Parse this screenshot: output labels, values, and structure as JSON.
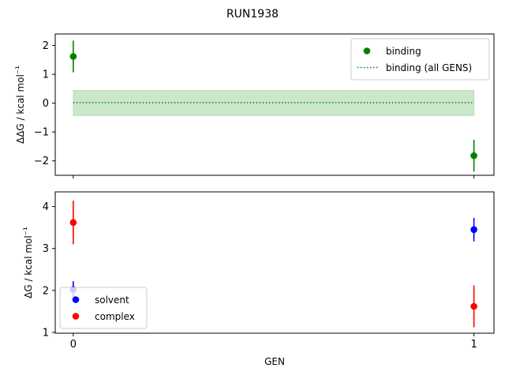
{
  "chart_data": {
    "type": "scatter",
    "title": "RUN1938",
    "xlabel": "GEN",
    "x_ticks": [
      0,
      1
    ],
    "xlim": [
      -0.045,
      1.05
    ],
    "panels": [
      {
        "id": "top",
        "ylabel": "ΔΔG / kcal mol⁻¹",
        "ylim": [
          -2.5,
          2.4
        ],
        "y_ticks": [
          2,
          1,
          0,
          -1,
          -2
        ],
        "y_tick_labels": [
          "2",
          "1",
          "0",
          "−1",
          "−2"
        ],
        "show_x_tick_labels": false,
        "series": [
          {
            "name": "binding",
            "color": "#008000",
            "marker": "circle",
            "points": [
              {
                "x": 0,
                "y": 1.62,
                "err": 0.55
              },
              {
                "x": 1,
                "y": -1.82,
                "err": 0.55
              }
            ]
          }
        ],
        "reference_line": {
          "name": "binding (all GENS)",
          "color": "#008000",
          "style": "dotted",
          "y": 0.02,
          "band_low": -0.43,
          "band_high": 0.44,
          "x_start": 0,
          "x_end": 1,
          "band_color": "#008000"
        },
        "legend": {
          "position": "top-right",
          "entries": [
            {
              "label": "binding",
              "kind": "marker",
              "color": "#008000"
            },
            {
              "label": "binding (all GENS)",
              "kind": "dotted-line",
              "color": "#008000"
            }
          ]
        }
      },
      {
        "id": "bottom",
        "ylabel": "ΔG / kcal mol⁻¹",
        "ylim": [
          0.98,
          4.35
        ],
        "y_ticks": [
          4,
          3,
          2,
          1
        ],
        "y_tick_labels": [
          "4",
          "3",
          "2",
          "1"
        ],
        "show_x_tick_labels": true,
        "x_tick_labels": [
          "0",
          "1"
        ],
        "series": [
          {
            "name": "solvent",
            "color": "#0000ff",
            "marker": "circle",
            "points": [
              {
                "x": 0,
                "y": 2.02,
                "err": 0.2
              },
              {
                "x": 1,
                "y": 3.45,
                "err": 0.28
              }
            ]
          },
          {
            "name": "complex",
            "color": "#ff0000",
            "marker": "circle",
            "points": [
              {
                "x": 0,
                "y": 3.62,
                "err": 0.52
              },
              {
                "x": 1,
                "y": 1.62,
                "err": 0.5
              }
            ]
          }
        ],
        "legend": {
          "position": "bottom-left",
          "entries": [
            {
              "label": "solvent",
              "kind": "marker",
              "color": "#0000ff"
            },
            {
              "label": "complex",
              "kind": "marker",
              "color": "#ff0000"
            }
          ]
        }
      }
    ]
  }
}
